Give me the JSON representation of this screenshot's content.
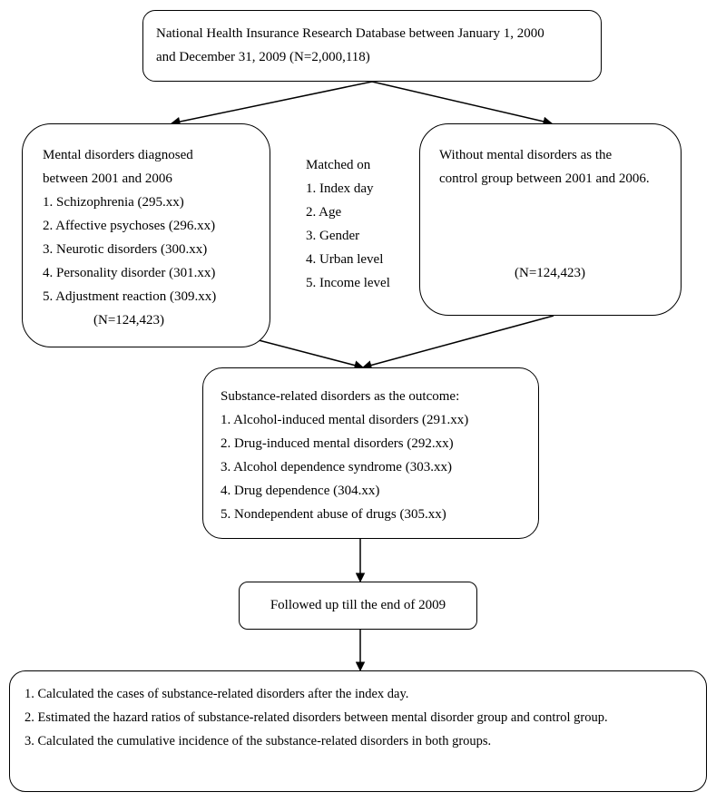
{
  "source_box": {
    "line1": "National Health Insurance Research Database between January 1, 2000",
    "line2": "and December 31, 2009 (N=2,000,118)"
  },
  "mental_box": {
    "heading1": "Mental disorders diagnosed",
    "heading2": "between 2001 and 2006",
    "items": [
      "1. Schizophrenia (295.xx)",
      "2. Affective psychoses (296.xx)",
      "3. Neurotic disorders (300.xx)",
      "4. Personality disorder (301.xx)",
      "5. Adjustment reaction (309.xx)"
    ],
    "n": "(N=124,423)"
  },
  "matched": {
    "heading": "Matched on",
    "items": [
      "1. Index day",
      "2. Age",
      "3. Gender",
      "4. Urban level",
      "5. Income level"
    ]
  },
  "control_box": {
    "line1": "Without mental disorders as the",
    "line2": "control group between 2001 and 2006.",
    "n": "(N=124,423)"
  },
  "outcome_box": {
    "heading": "Substance-related disorders as the outcome:",
    "items": [
      "1. Alcohol-induced mental disorders (291.xx)",
      "2. Drug-induced mental disorders (292.xx)",
      "3. Alcohol dependence syndrome (303.xx)",
      "4. Drug dependence (304.xx)",
      "5. Nondependent abuse of drugs (305.xx)"
    ]
  },
  "followup_box": {
    "label": "Followed up till the end of 2009"
  },
  "analysis_box": {
    "items": [
      "1. Calculated the cases of substance-related disorders after the index day.",
      "2. Estimated the hazard ratios of substance-related disorders between mental disorder group and control group.",
      "3. Calculated the cumulative incidence of the substance-related disorders in both groups."
    ]
  }
}
